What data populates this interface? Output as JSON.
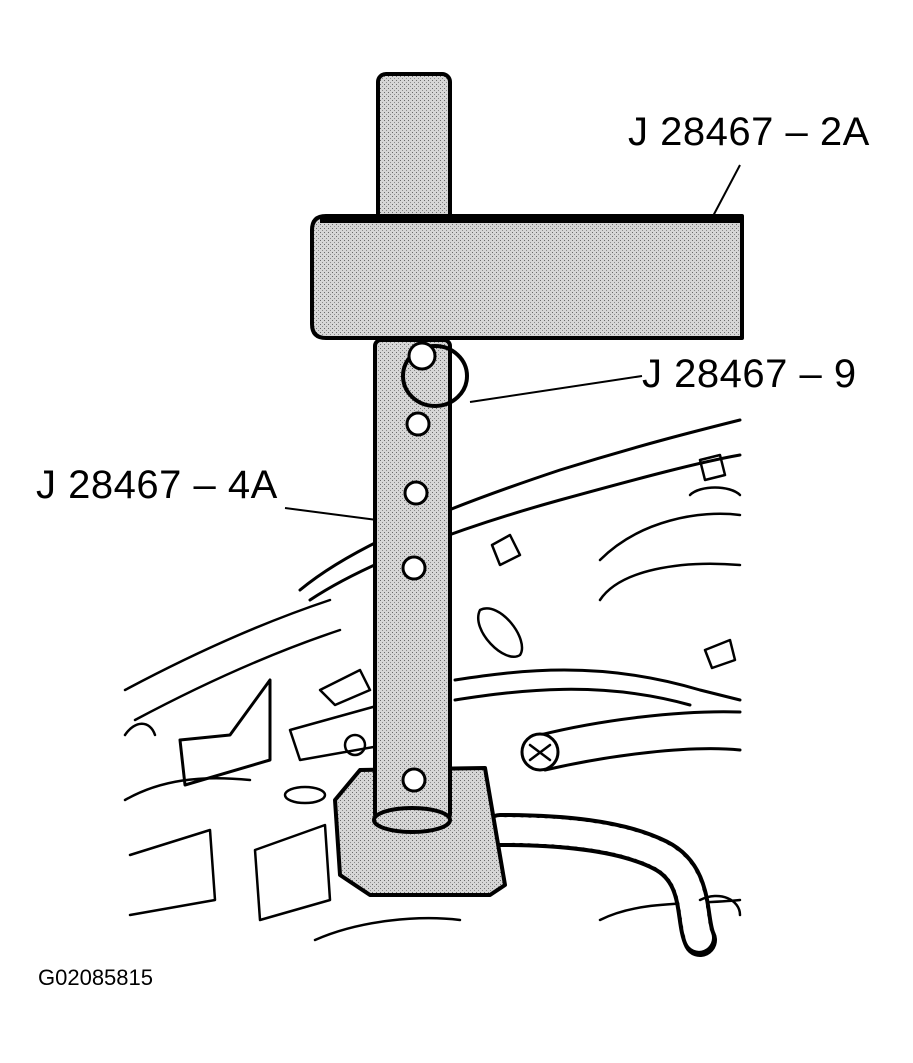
{
  "callouts": {
    "bar": "J 28467 – 2A",
    "pin": "J 28467 – 9",
    "post": "J 28467 – 4A"
  },
  "figure_id": "G02085815",
  "colors": {
    "ink": "#000000",
    "tool_fill": "#c9c9c9",
    "background": "#ffffff"
  }
}
